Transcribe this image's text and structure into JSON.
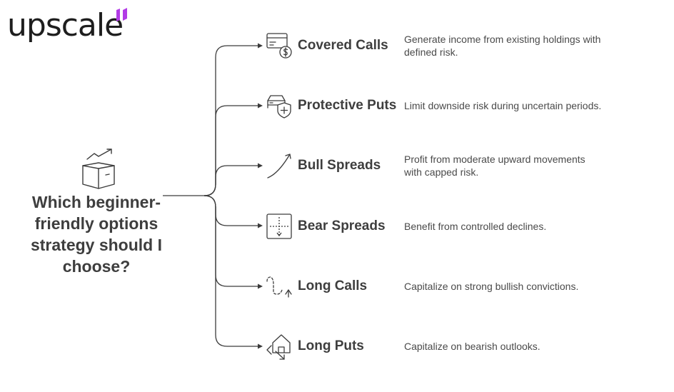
{
  "brand": {
    "logo_text": "upscale",
    "accent": "#b23be6"
  },
  "center": {
    "question": "Which beginner-friendly options strategy should I choose?",
    "icon": "open-box-growth-icon"
  },
  "strategies": [
    {
      "title": "Covered Calls",
      "description": "Generate income from existing holdings with defined risk.",
      "icon": "card-dollar-icon"
    },
    {
      "title": "Protective Puts",
      "description": "Limit downside risk during uncertain periods.",
      "icon": "car-shield-icon"
    },
    {
      "title": "Bull Spreads",
      "description": "Profit from moderate upward movements with capped risk.",
      "icon": "curved-up-arrow-icon"
    },
    {
      "title": "Bear Spreads",
      "description": "Benefit from controlled declines.",
      "icon": "crosshair-box-icon"
    },
    {
      "title": "Long Calls",
      "description": "Capitalize on strong bullish convictions.",
      "icon": "dashed-path-arrow-icon"
    },
    {
      "title": "Long Puts",
      "description": "Capitalize on bearish outlooks.",
      "icon": "house-down-arrows-icon"
    }
  ],
  "colors": {
    "line": "#3c3c3c",
    "text": "#3e3e3e"
  }
}
